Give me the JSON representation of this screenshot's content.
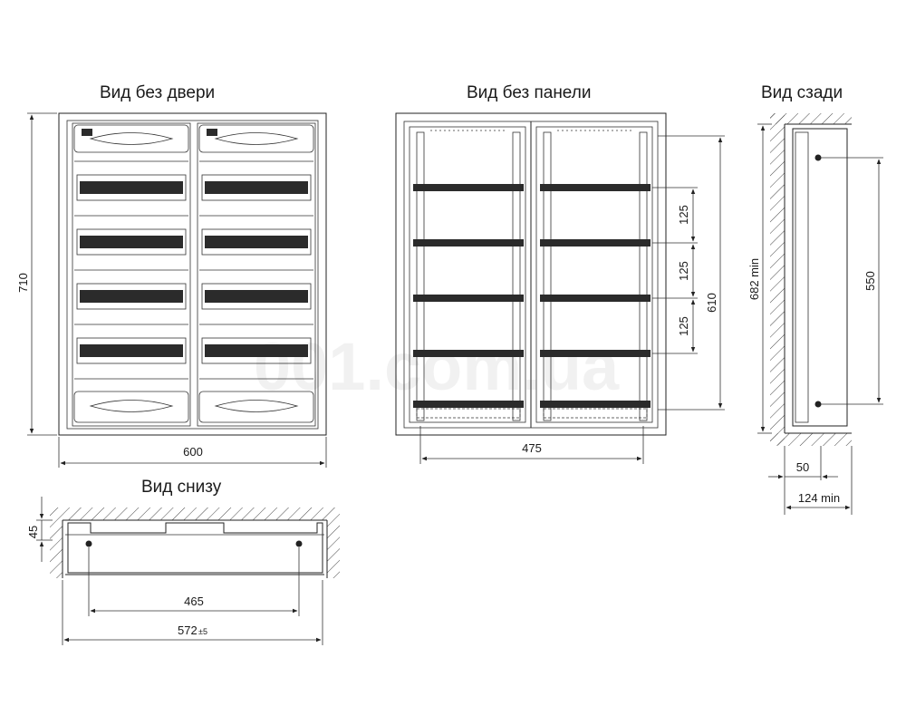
{
  "views": {
    "front_no_door": {
      "title": "Вид без двери",
      "dims": {
        "height": "710",
        "width": "600"
      }
    },
    "front_no_panel": {
      "title": "Вид без панели",
      "dims": {
        "pitch_1": "125",
        "pitch_2": "125",
        "pitch_3": "125",
        "height": "610",
        "width": "475"
      }
    },
    "rear": {
      "title": "Вид сзади",
      "dims": {
        "recess": "682 min",
        "mount": "550",
        "depth_1": "50",
        "depth_2": "124 min"
      }
    },
    "bottom": {
      "title": "Вид снизу",
      "dims": {
        "depth": "45",
        "mount": "465",
        "width": "572",
        "width_tol": "±5"
      }
    }
  },
  "watermark": "001.com.ua"
}
